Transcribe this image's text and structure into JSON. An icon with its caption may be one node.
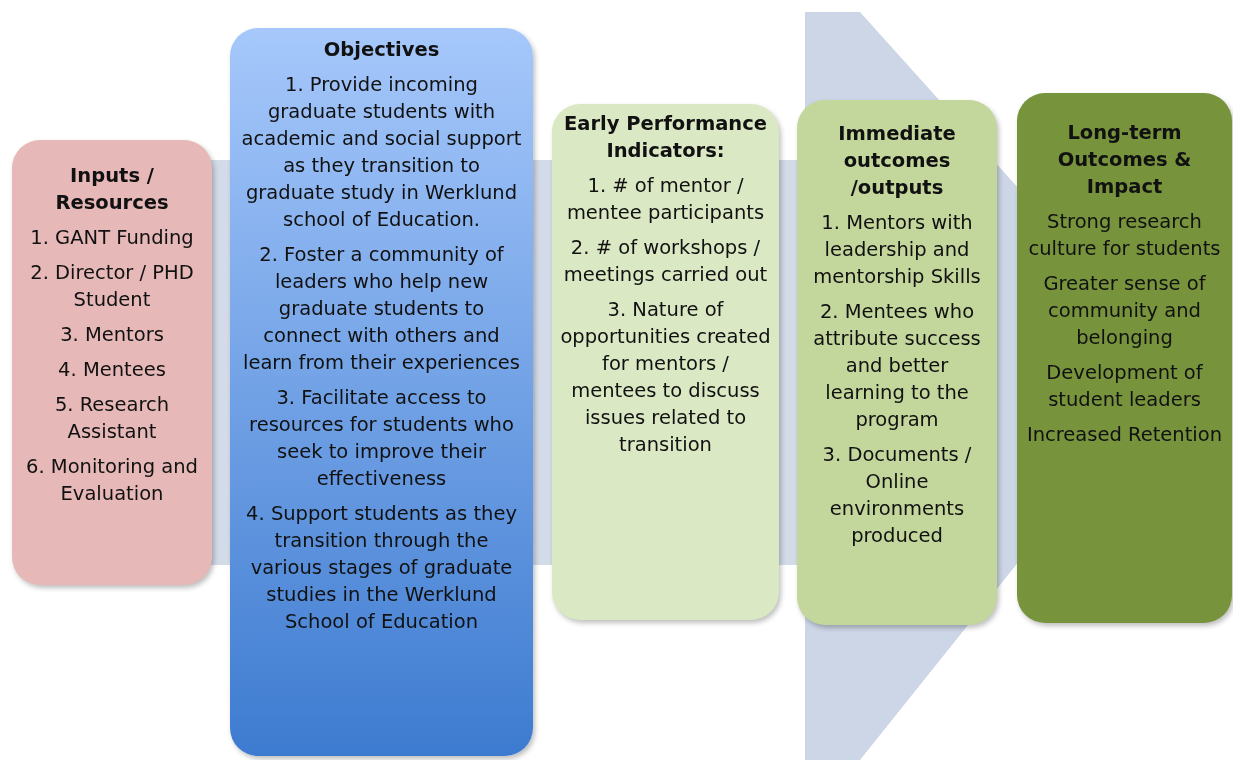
{
  "diagram": {
    "nodes": [
      {
        "text": [
          "Inputs / Resources",
          "1. GANT Funding",
          "2. Director / PHD Student",
          "3. Mentors",
          "4. Mentees",
          "5. Research Assistant",
          "6. Monitoring and Evaluation"
        ]
      },
      {
        "text": [
          "Objectives",
          "1. Provide incoming graduate students with academic and social support as they transition to graduate study in Werklund school of Education.",
          "2. Foster a community of leaders who help new graduate students to connect with others and learn from their experiences",
          "3. Facilitate access to resources for students who seek to improve their effectiveness",
          "4. Support students as they transition through the various stages of graduate studies in the Werklund School of Education"
        ]
      },
      {
        "text": [
          "Early Performance Indicators:",
          "1. # of mentor / mentee participants",
          "2. # of workshops / meetings carried out",
          "3. Nature of opportunities created for mentors / mentees to discuss issues related to transition"
        ]
      },
      {
        "text": [
          "Immediate outcomes /outputs",
          "1. Mentors with leadership and mentorship Skills",
          "2. Mentees who attribute success and better learning to the program",
          "3. Documents / Online environments produced"
        ]
      },
      {
        "text": [
          "Long-term Outcomes & Impact",
          "Strong research culture for students",
          "Greater sense of community and belonging",
          "Development of student leaders",
          "Increased Retention"
        ]
      }
    ]
  }
}
